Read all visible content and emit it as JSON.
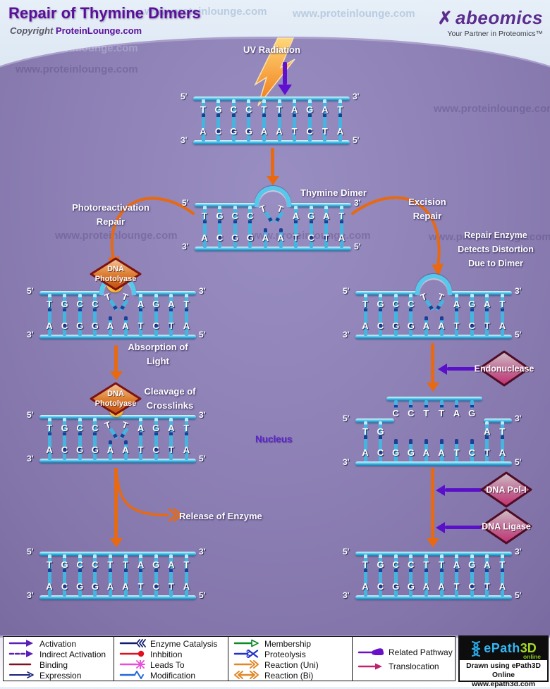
{
  "header": {
    "title": "Repair of Thymine Dimers",
    "copyright_prefix": "Copyright",
    "copyright_site": "ProteinLounge.com"
  },
  "brand": {
    "name": "abeomics",
    "tagline": "Your Partner in Proteomics™"
  },
  "watermark": {
    "text": "www.proteinlounge.com"
  },
  "pathway": {
    "uv_label": "UV Radiation",
    "thymine_dimer_label": "Thymine Dimer",
    "nucleus_label": "Nucleus",
    "left_branch": {
      "title_line1": "Photoreactivation",
      "title_line2": "Repair",
      "absorption_line1": "Absorption of",
      "absorption_line2": "Light",
      "cleavage_line1": "Cleavage of",
      "cleavage_line2": "Crosslinks",
      "release_label": "Release of Enzyme",
      "enzyme_line1": "DNA",
      "enzyme_line2": "Photolyase"
    },
    "right_branch": {
      "title_line1": "Excision",
      "title_line2": "Repair",
      "detect_line1": "Repair Enzyme",
      "detect_line2": "Detects Distortion",
      "detect_line3": "Due to Dimer",
      "endonuclease": "Endonuclease",
      "dna_pol": "DNA Pol-I",
      "dna_ligase": "DNA Ligase"
    }
  },
  "dna": {
    "top_strand": [
      "T",
      "G",
      "C",
      "C",
      "T",
      "T",
      "A",
      "G",
      "A",
      "T"
    ],
    "bottom_strand": [
      "A",
      "C",
      "G",
      "G",
      "A",
      "A",
      "T",
      "C",
      "T",
      "A"
    ],
    "dimer_bases": [
      "T",
      "T"
    ],
    "excised_fragment": [
      "C",
      "C",
      "T",
      "T",
      "A",
      "G"
    ],
    "end_labels": {
      "five_prime": "5'",
      "three_prime": "3'"
    }
  },
  "legend": {
    "columns": [
      {
        "items": [
          {
            "icon": "activation",
            "label": "Activation"
          },
          {
            "icon": "indirect-activation",
            "label": "Indirect Activation"
          },
          {
            "icon": "binding",
            "label": "Binding"
          },
          {
            "icon": "expression",
            "label": "Expression"
          }
        ]
      },
      {
        "items": [
          {
            "icon": "enzyme-catalysis",
            "label": "Enzyme Catalysis"
          },
          {
            "icon": "inhibition",
            "label": "Inhbition"
          },
          {
            "icon": "leads-to",
            "label": "Leads To"
          },
          {
            "icon": "modification",
            "label": "Modification"
          }
        ]
      },
      {
        "items": [
          {
            "icon": "membership",
            "label": "Membership"
          },
          {
            "icon": "proteolysis",
            "label": "Proteolysis"
          },
          {
            "icon": "reaction-uni",
            "label": "Reaction (Uni)"
          },
          {
            "icon": "reaction-bi",
            "label": "Reaction (Bi)"
          }
        ]
      },
      {
        "items": [
          {
            "icon": "related-pathway",
            "label": "Related Pathway"
          },
          {
            "icon": "translocation",
            "label": "Translocation"
          }
        ]
      }
    ]
  },
  "epath_logo": {
    "name_e": "ePath",
    "name_3d": "3D",
    "online": "online",
    "credit_line1": "Drawn using ePath3D Online",
    "credit_line2": "www.epath3d.com"
  }
}
